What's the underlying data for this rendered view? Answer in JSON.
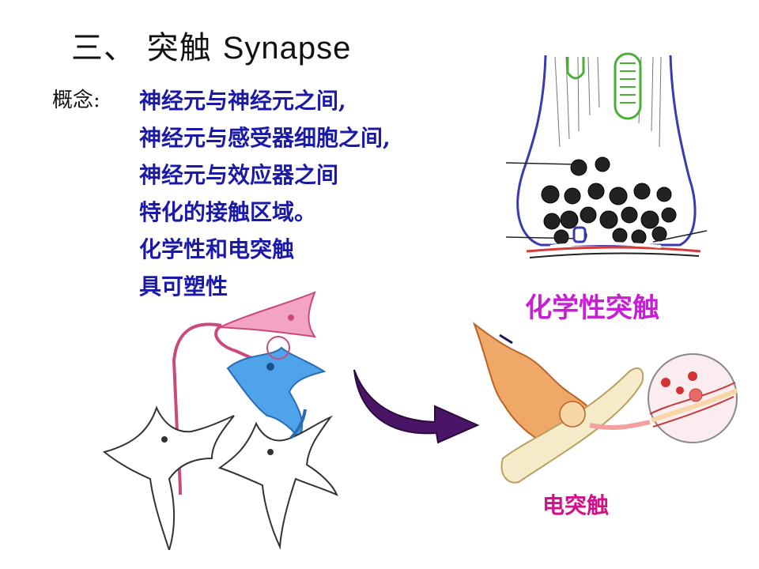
{
  "slide": {
    "title_cn": "三、 突触",
    "title_en": "Synapse",
    "concept_label": "概念:",
    "concept_lines": [
      "神经元与神经元之间,",
      "神经元与感受器细胞之间,",
      "神经元与效应器之间",
      "特化的接触区域。",
      "化学性和电突触",
      "具可塑性"
    ],
    "chemical_synapse_label": "化学性突触",
    "electrical_synapse_label": "电突触"
  },
  "colors": {
    "concept_text": "#1a1aa6",
    "chemical_label": "#c81ed6",
    "electrical_label": "#d0128a",
    "arrow": "#4a1566",
    "neuron_pink": "#e57aa0",
    "neuron_blue": "#3b8de0"
  }
}
